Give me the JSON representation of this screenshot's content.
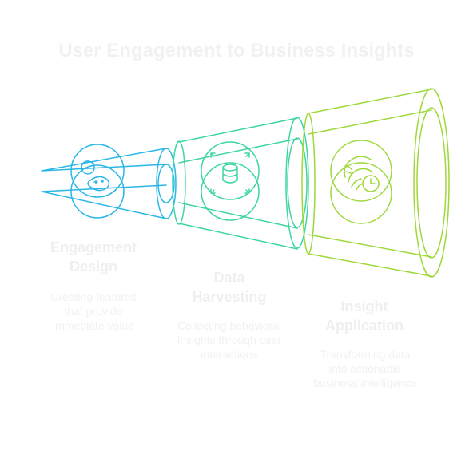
{
  "title": "User Engagement to Business Insights",
  "stages": [
    {
      "title_line1": "Engagement",
      "title_line2": "Design",
      "desc_line1": "Creating features",
      "desc_line2": "that provide",
      "desc_line3": "immediate value",
      "icon": "user-gamepad-icon",
      "color": "#29b6e8"
    },
    {
      "title_line1": "Data",
      "title_line2": "Harvesting",
      "desc_line1": "Collecting behavioral",
      "desc_line2": "insights through user",
      "desc_line3": "interactions",
      "icon": "database-expand-icon",
      "color": "#3dd6a0"
    },
    {
      "title_line1": "Insight",
      "title_line2": "Application",
      "desc_line1": "Transforming data",
      "desc_line2": "into actionable",
      "desc_line3": "business intelligence",
      "icon": "brain-clock-icon",
      "color": "#9ed83a"
    }
  ]
}
